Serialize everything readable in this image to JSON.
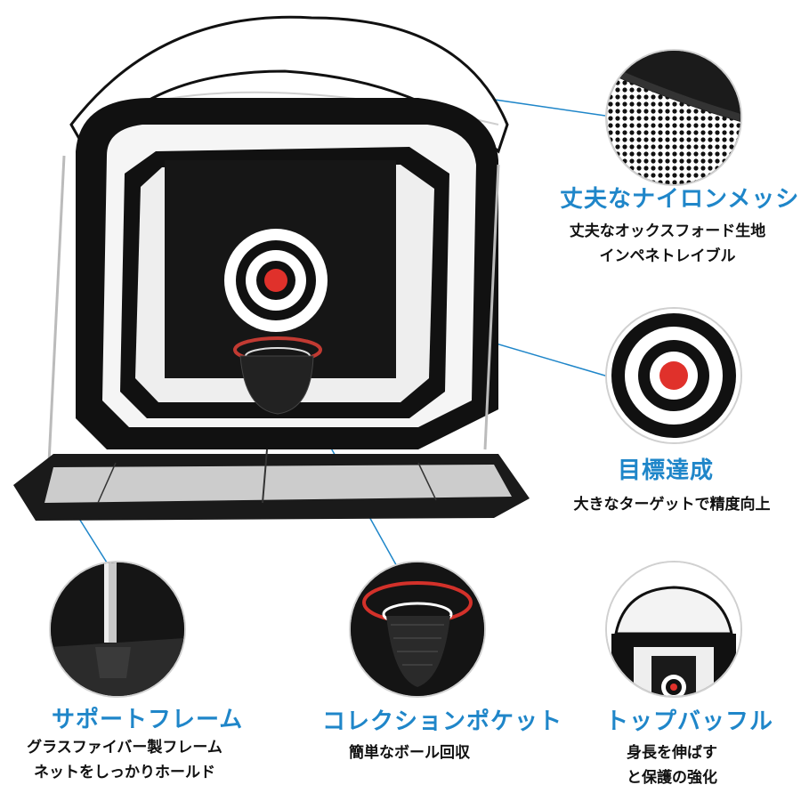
{
  "features": {
    "nylon": {
      "title": "丈夫なナイロンメッシュ",
      "lines": [
        "丈夫なオックスフォード生地",
        "インペネトレイブル"
      ]
    },
    "target": {
      "title": "目標達成",
      "lines": [
        "大きなターゲットで精度向上"
      ]
    },
    "frame": {
      "title": "サポートフレーム",
      "lines": [
        "グラスファイバー製フレーム",
        "ネットをしっかりホールド"
      ]
    },
    "pocket": {
      "title": "コレクションポケット",
      "lines": [
        "簡単なボール回収"
      ]
    },
    "baffle": {
      "title": "トップバッフル",
      "lines": [
        "身長を伸ばす",
        "と保護の強化"
      ]
    }
  },
  "colors": {
    "accent": "#1f86c9",
    "net": "#1a1a1a",
    "target_red": "#e0312b"
  }
}
